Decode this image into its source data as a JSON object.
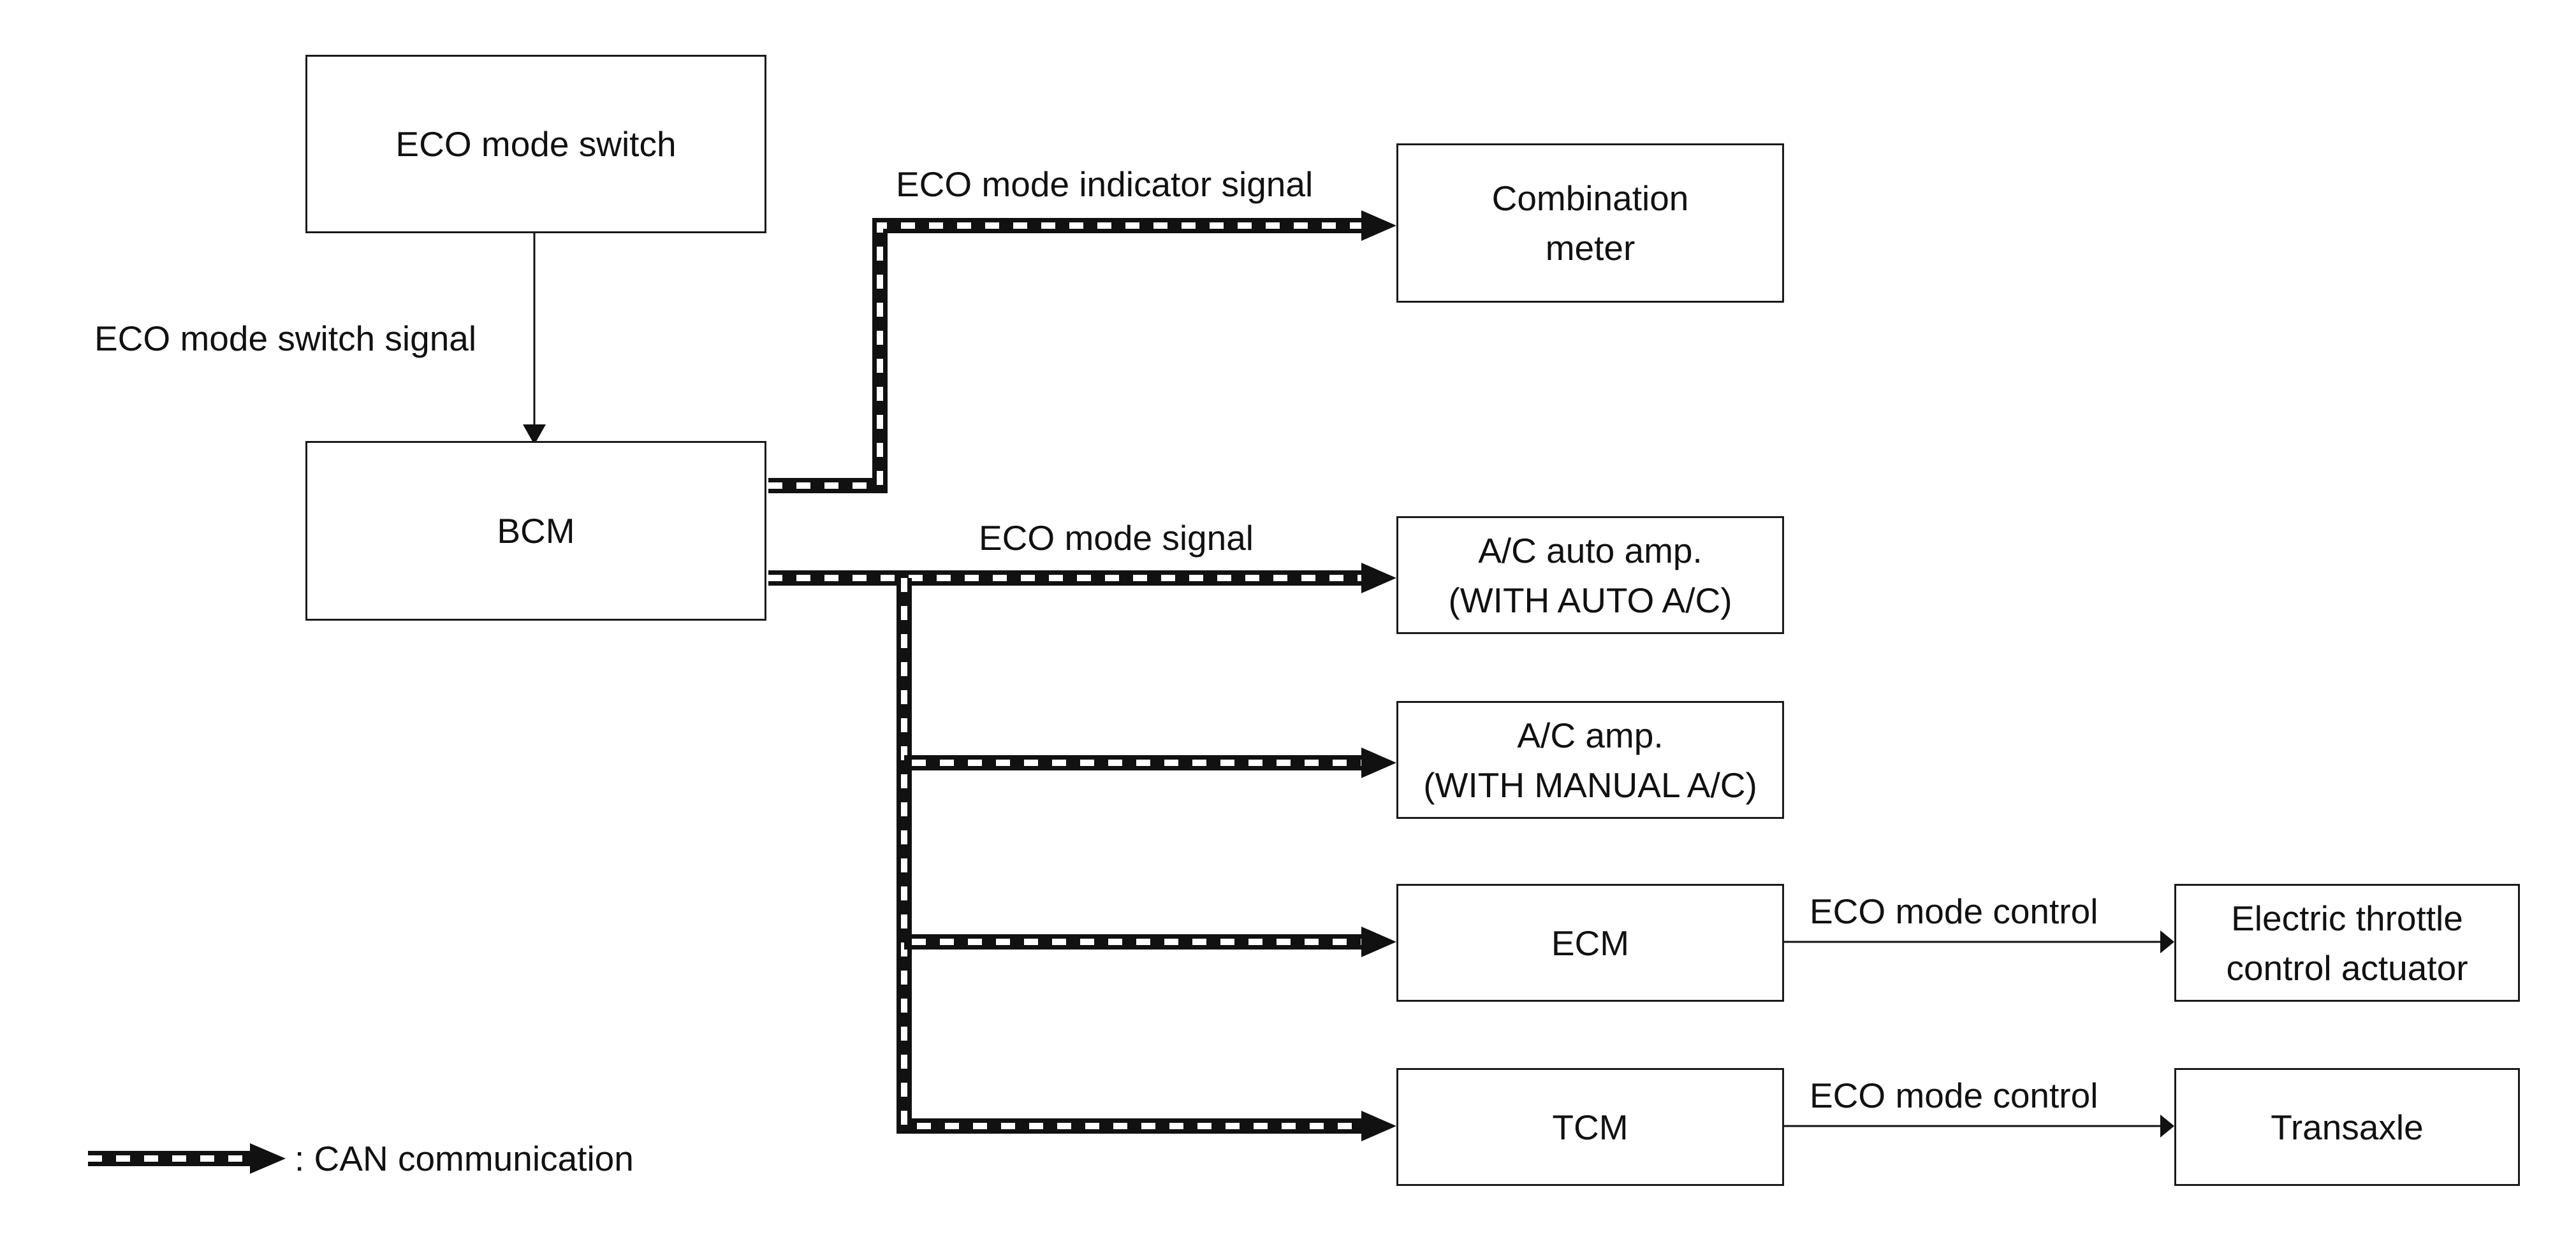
{
  "colors": {
    "line": "#111111",
    "can_dash": "#ffffff",
    "box_border": "#1a1a1a",
    "background": "#ffffff"
  },
  "blocks": {
    "eco_mode_switch": "ECO mode switch",
    "bcm": "BCM",
    "combination_meter": "Combination\nmeter",
    "ac_auto_amp": "A/C auto amp.\n(WITH AUTO A/C)",
    "ac_amp": "A/C amp.\n(WITH MANUAL A/C)",
    "ecm": "ECM",
    "tcm": "TCM",
    "electric_throttle": "Electric throttle\ncontrol actuator",
    "transaxle": "Transaxle"
  },
  "signals": {
    "eco_mode_switch_signal": "ECO mode switch signal",
    "eco_mode_indicator_signal": "ECO mode indicator signal",
    "eco_mode_signal": "ECO mode signal",
    "eco_mode_control_ecm": "ECO mode control",
    "eco_mode_control_tcm": "ECO mode control"
  },
  "legend": {
    "can_label": ": CAN communication"
  }
}
